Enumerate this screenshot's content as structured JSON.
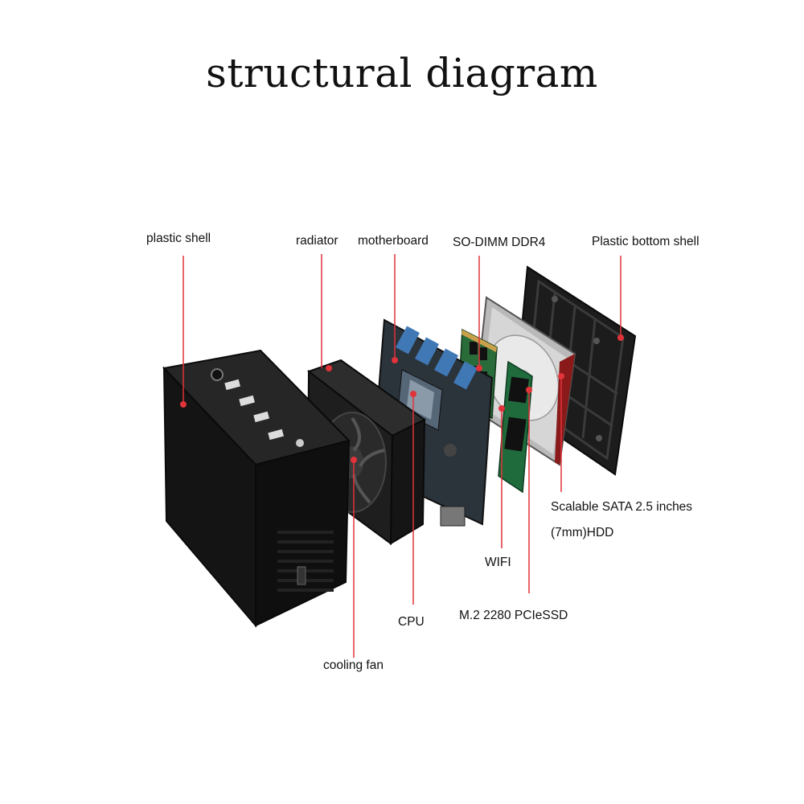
{
  "title": "structural diagram",
  "colors": {
    "leader_line": "#e0333a",
    "case": "#141414",
    "pcb": "#2b333b",
    "ssd": "#1f6b3c",
    "hdd": "#c8c8c8"
  },
  "labels": {
    "plastic_shell": "plastic shell",
    "radiator": "radiator",
    "motherboard": "motherboard",
    "so_dimm": "SO-DIMM DDR4",
    "bottom_shell": "Plastic bottom shell",
    "sata_line1": "Scalable SATA 2.5 inches",
    "sata_line2": "(7mm)HDD",
    "wifi": "WIFI",
    "ssd": "M.2 2280 PCIeSSD",
    "cpu": "CPU",
    "cooling_fan": "cooling fan"
  }
}
